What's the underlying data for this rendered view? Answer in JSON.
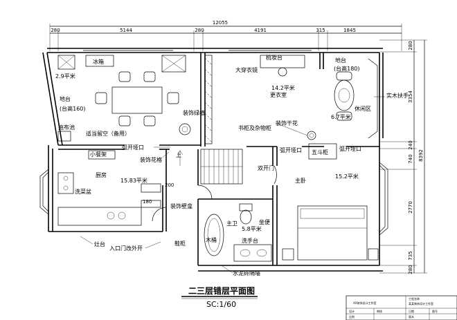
{
  "dimensions": {
    "total_top": "12055",
    "top_segments": [
      "280",
      "5144",
      "280",
      "4191",
      "315",
      "1845"
    ],
    "total_right": "8392",
    "right_segments": [
      "280",
      "3354",
      "240",
      "740",
      "2770",
      "735",
      "280"
    ],
    "small_dims": [
      "200",
      "180"
    ]
  },
  "rooms": {
    "fridge": "冰箱",
    "area_2_9": "2.9平米",
    "platform_left": "地台",
    "platform_left_height": "(台高160)",
    "mop_pool": "拖布池",
    "guest_room": "适当留空（备用）",
    "deco_stem": "装饰绿植",
    "bookshelf": "书柜及杂物柜",
    "dresser": "梳妆台",
    "wardrobe": "大穿衣镜",
    "area_14_2": "14.2平米",
    "cloakroom": "更衣室",
    "deco_flower": "装饰干花",
    "platform_right": "地台",
    "platform_right_height": "(台高180)",
    "area_6_7": "6.7平米",
    "leisure": "休闲区",
    "handrail": "实木扶手",
    "arch_entry_1": "弧开垭口",
    "arch_entry_2": "弧开垭口",
    "arch_entry_3": "弧开垭口",
    "small_shelf": "小餐架",
    "deco_lattice": "装饰花格",
    "up": "上",
    "double_door": "双开门",
    "five_drawer": "五斗柜",
    "kitchen": "厨房",
    "area_15_83": "15.83平米",
    "sink": "洗菜盆",
    "master_bedroom": "主卧",
    "area_15_2": "15.2平米",
    "deco_niche": "装饰壁龛",
    "master_bath": "主卫",
    "toilet": "坐便",
    "area_5_8": "5.8平米",
    "bathtub": "木桶",
    "washbasin": "洗手台",
    "counter": "灶台",
    "entry_door": "入口门改外开",
    "shoe_cabinet": "鞋柜",
    "cement_wall": "水泥砖隔墙"
  },
  "drawing": {
    "title": "二三层错层平面图",
    "scale": "SC:1/60"
  },
  "title_block": {
    "line1": "工程名称",
    "line2": "某某装饰设计工作室",
    "company": "XX装饰设计工作室",
    "cells": [
      "设计",
      "审核",
      "日期",
      "图号",
      "比例",
      "版本"
    ]
  }
}
